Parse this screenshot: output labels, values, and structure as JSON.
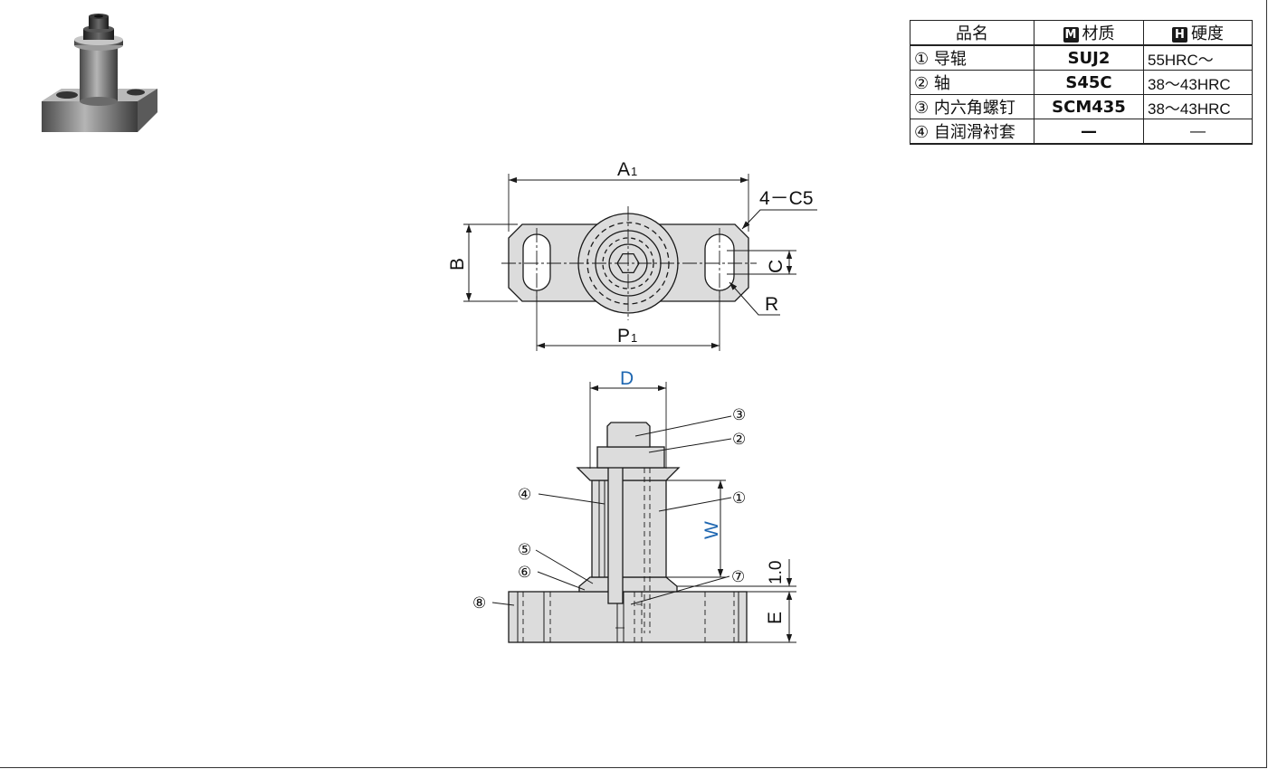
{
  "spec_table": {
    "headers": {
      "name": "品名",
      "material_badge": "M",
      "material": "材质",
      "hardness_badge": "H",
      "hardness": "硬度"
    },
    "rows": [
      {
        "name": "① 导辊",
        "material": "SUJ2",
        "hardness": "55HRC～"
      },
      {
        "name": "② 轴",
        "material": "S45C",
        "hardness": "38～43HRC"
      },
      {
        "name": "③ 内六角螺钉",
        "material": "SCM435",
        "hardness": "38～43HRC"
      },
      {
        "name": "④ 自润滑衬套",
        "material": "—",
        "hardness": "—"
      }
    ]
  },
  "top_view": {
    "width_label": "A",
    "width_sub": "1",
    "chamfer_label": "4－C5",
    "height_label": "B",
    "slot_width_label": "C",
    "radius_label": "R",
    "pitch_label": "P",
    "pitch_sub": "1"
  },
  "side_view": {
    "diameter_label": "D",
    "roller_height_label": "W",
    "gap_label": "1.0",
    "base_height_label": "E",
    "callouts": [
      "③",
      "②",
      "①",
      "④",
      "⑤",
      "⑥",
      "⑦",
      "⑧"
    ]
  },
  "colors": {
    "line": "#1a1a1a",
    "fill": "#dcdcdc",
    "accent_blue": "#1f67b1"
  }
}
